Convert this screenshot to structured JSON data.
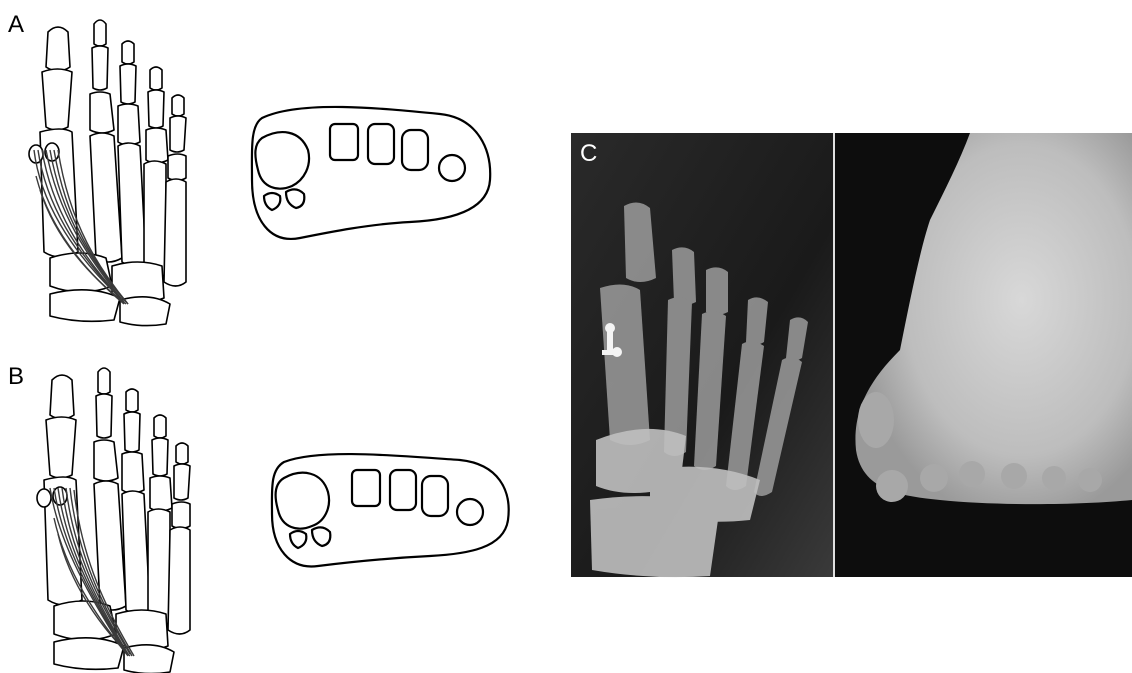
{
  "figure": {
    "panels": [
      {
        "label": "A",
        "content": "foot-skeleton-drawing-with-muscle-and-cross-section"
      },
      {
        "label": "B",
        "content": "foot-skeleton-drawing-with-muscle-and-cross-section"
      },
      {
        "label": "C",
        "content": "foot-radiographs-dorsoplantar-and-axial"
      }
    ],
    "colors": {
      "ink": "#000000",
      "muscle": "#3a3a3a",
      "xray_background": "#1b1b1b",
      "xray_bone": "#c8c8c8",
      "implant": "#f4f4f4",
      "panel_label_on_xray": "#ffffff"
    }
  }
}
